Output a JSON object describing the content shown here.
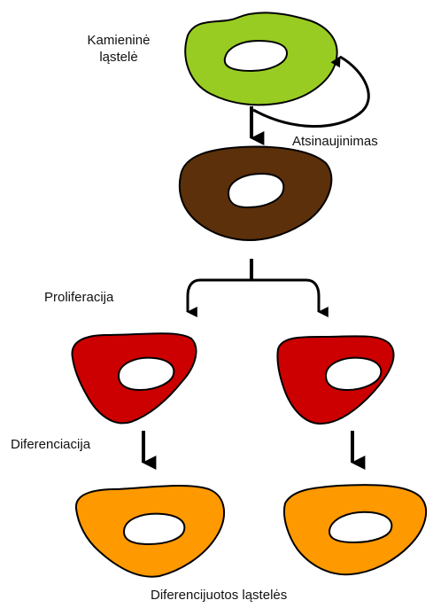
{
  "labels": {
    "stem_cell_line1": "Kamieninė",
    "stem_cell_line2": "ląstelė",
    "self_renewal": "Atsinaujinimas",
    "proliferation": "Proliferacija",
    "differentiation": "Diferenciacija",
    "differentiated_cells": "Diferencijuotos ląstelės"
  },
  "colors": {
    "stem_cell": "#99CC22",
    "progenitor_cell": "#5C300A",
    "proliferating_cell": "#CC0000",
    "differentiated_cell": "#FF9900",
    "outline": "#000000",
    "nucleus": "#FFFFFF"
  }
}
